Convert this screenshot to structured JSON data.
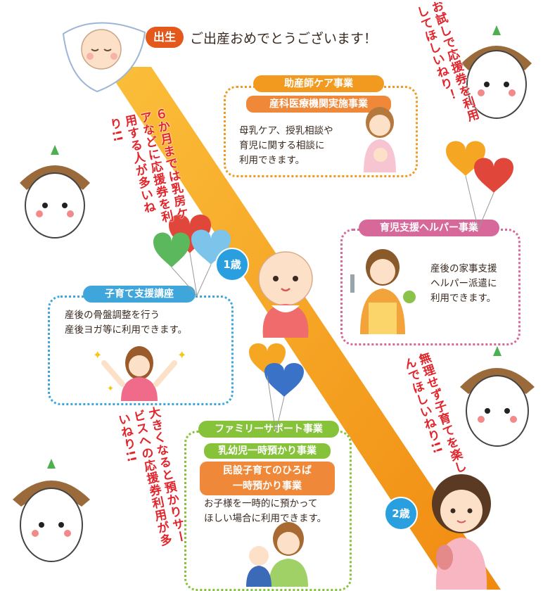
{
  "header": {
    "badge": "出生",
    "congrats": "ご出産おめでとうございます！"
  },
  "cards": {
    "midwife": {
      "title": "助産師ケア事業",
      "subtitle": "産科医療機関実施事業",
      "body": [
        "母乳ケア、授乳相談や",
        "育児に関する相談に",
        "利用できます。"
      ],
      "color": "#f29a1f"
    },
    "helper": {
      "title": "育児支援ヘルパー事業",
      "body": [
        "産後の家事支援",
        "ヘルパー派遣に",
        "利用できます。"
      ],
      "color": "#d6689a"
    },
    "course": {
      "title": "子育て支援講座",
      "body": [
        "産後の骨盤調整を行う",
        "産後ヨガ等に利用できます。"
      ],
      "color": "#3fa6dc"
    },
    "family": {
      "title": "ファミリーサポート事業",
      "subtitle": "乳幼児一時預かり事業",
      "subtitle2": [
        "民設子育てのひろば",
        "一時預かり事業"
      ],
      "body": [
        "お子様を一時的に預かって",
        "ほしい場合に利用できます。"
      ],
      "color": "#86c23a",
      "orange": "#f0883a"
    }
  },
  "speech": {
    "top_right": "お試しで応援券を利用してほしいねり！",
    "left_upper": "６か月までは乳房ケアなどに応援券を利用する人が多いねり!!",
    "right_lower": "無理せず子育てを楽しんでほしいねり!!",
    "left_lower": "大きくなると預かりサービスへの応援券利用が多いねり!!"
  },
  "ages": {
    "one": "1歳",
    "two": "2歳"
  },
  "colors": {
    "ribbon": "#f6a21c",
    "speech_red": "#e2242b",
    "age_blue": "#2a9fdf"
  }
}
